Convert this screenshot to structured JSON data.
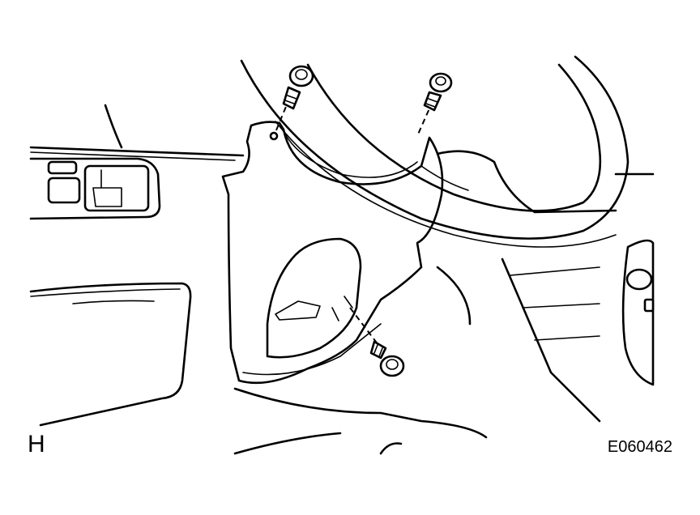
{
  "labels": {
    "view_letter": "H",
    "figure_code": "E060462"
  },
  "callouts": {
    "fastener_count": 3
  }
}
